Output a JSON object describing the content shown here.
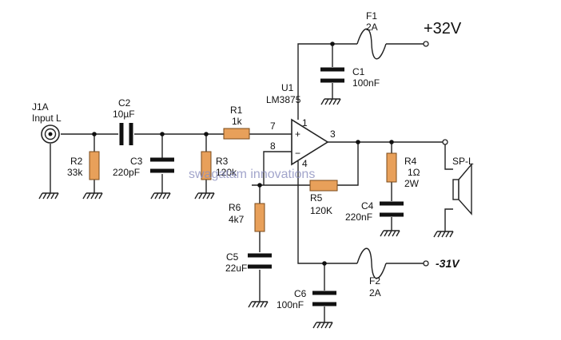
{
  "j1a": {
    "ref": "J1A",
    "name": "Input L"
  },
  "c2": {
    "ref": "C2",
    "value": "10µF"
  },
  "r1": {
    "ref": "R1",
    "value": "1k"
  },
  "u1": {
    "ref": "U1",
    "part": "LM3875",
    "pin_noninv": "7",
    "pin_inv": "8",
    "pin_vplus": "1",
    "pin_out": "3",
    "pin_vminus": "4",
    "sign_plus": "+",
    "sign_minus": "−"
  },
  "r2": {
    "ref": "R2",
    "value": "33k"
  },
  "c3": {
    "ref": "C3",
    "value": "220pF"
  },
  "r3": {
    "ref": "R3",
    "value": "120k"
  },
  "r6": {
    "ref": "R6",
    "value": "4k7"
  },
  "c5": {
    "ref": "C5",
    "value": "22uF"
  },
  "r5": {
    "ref": "R5",
    "value": "120K"
  },
  "r4": {
    "ref": "R4",
    "value": "1Ω",
    "power": "2W"
  },
  "c4": {
    "ref": "C4",
    "value": "220nF"
  },
  "speaker": {
    "ref": "SP-L"
  },
  "f1": {
    "ref": "F1",
    "value": "2A"
  },
  "c1": {
    "ref": "C1",
    "value": "100nF"
  },
  "rail_pos": {
    "label": "+32V"
  },
  "f2": {
    "ref": "F2",
    "value": "2A"
  },
  "c6": {
    "ref": "C6",
    "value": "100nF"
  },
  "rail_neg": {
    "label": "-31V"
  },
  "watermark": {
    "text": "swagatam innovations"
  }
}
